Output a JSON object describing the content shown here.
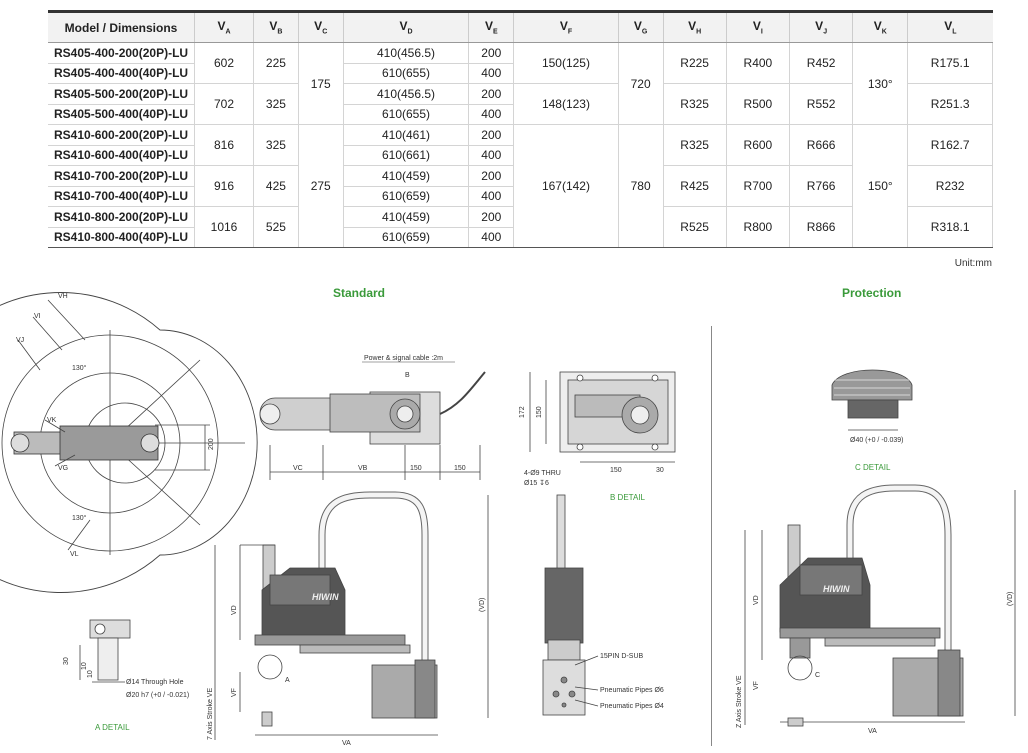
{
  "table": {
    "headers": [
      "Model / Dimensions",
      "V",
      "V",
      "V",
      "V",
      "V",
      "V",
      "V",
      "V",
      "V",
      "V",
      "V",
      "V"
    ],
    "header_subs": [
      "",
      "A",
      "B",
      "C",
      "D",
      "E",
      "F",
      "G",
      "H",
      "I",
      "J",
      "K",
      "L"
    ],
    "rows": [
      {
        "model": "RS405-400-200(20P)-LU",
        "va": "602",
        "vb": "225",
        "vc": "175",
        "vd": "410(456.5)",
        "ve": "200",
        "vf": "150(125)",
        "vg": "720",
        "vh": "R225",
        "vi": "R400",
        "vj": "R452",
        "vk": "130°",
        "vl": "R175.1"
      },
      {
        "model": "RS405-400-400(40P)-LU",
        "vd": "610(655)",
        "ve": "400"
      },
      {
        "model": "RS405-500-200(20P)-LU",
        "va": "702",
        "vb": "325",
        "vd": "410(456.5)",
        "ve": "200",
        "vf": "148(123)",
        "vh": "R325",
        "vi": "R500",
        "vj": "R552",
        "vl": "R251.3"
      },
      {
        "model": "RS405-500-400(40P)-LU",
        "vd": "610(655)",
        "ve": "400"
      },
      {
        "model": "RS410-600-200(20P)-LU",
        "va": "816",
        "vb": "325",
        "vc": "275",
        "vd": "410(461)",
        "ve": "200",
        "vf": "167(142)",
        "vg": "780",
        "vh": "R325",
        "vi": "R600",
        "vj": "R666",
        "vk": "150°",
        "vl": "R162.7"
      },
      {
        "model": "RS410-600-400(40P)-LU",
        "vd": "610(661)",
        "ve": "400"
      },
      {
        "model": "RS410-700-200(20P)-LU",
        "va": "916",
        "vb": "425",
        "vd": "410(459)",
        "ve": "200",
        "vh": "R425",
        "vi": "R700",
        "vj": "R766",
        "vl": "R232"
      },
      {
        "model": "RS410-700-400(40P)-LU",
        "vd": "610(659)",
        "ve": "400"
      },
      {
        "model": "RS410-800-200(20P)-LU",
        "va": "1016",
        "vb": "525",
        "vd": "410(459)",
        "ve": "200",
        "vh": "R525",
        "vi": "R800",
        "vj": "R866",
        "vl": "R318.1"
      },
      {
        "model": "RS410-800-400(40P)-LU",
        "vd": "610(659)",
        "ve": "400"
      }
    ]
  },
  "unit": "Unit:mm",
  "sections": {
    "standard": "Standard",
    "protection": "Protection"
  },
  "top_view": {
    "vh": "VH",
    "vi": "VI",
    "vj": "VJ",
    "vk": "VK",
    "vl": "VL",
    "vg": "VG",
    "angle1": "130°",
    "angle2": "130°",
    "dim200": "200"
  },
  "side_view": {
    "cable": "Power & signal cable :2m",
    "b": "B",
    "vc": "VC",
    "vb": "VB",
    "d150a": "150",
    "d150b": "150"
  },
  "b_detail": {
    "d172": "172",
    "d150": "150",
    "thru": "4-Ø9 THRU",
    "cbore": "Ø15 ↧6",
    "d150h": "150",
    "d30": "30",
    "label": "B DETAIL"
  },
  "a_detail": {
    "d30": "30",
    "d10a": "10",
    "d10b": "10",
    "hole": "Ø14 Through Hole",
    "shaft": "Ø20 h7 (+0 / -0.021)",
    "label": "A DETAIL"
  },
  "front_view": {
    "va": "VA",
    "vd": "VD",
    "vf": "VF",
    "ve": "7 Axis Stroke VE",
    "vdp": "(VD)",
    "a": "A",
    "brand": "HIWIN"
  },
  "end_view": {
    "dsub": "15PIN D-SUB",
    "pipe6": "Pneumatic Pipes Ø6",
    "pipe4": "Pneumatic Pipes Ø4"
  },
  "c_detail": {
    "dia": "Ø40 (+0 / -0.039)",
    "label": "C DETAIL"
  },
  "prot_view": {
    "vd": "VD",
    "vf": "VF",
    "ve": "Z Axis Stroke VE",
    "va": "VA",
    "vdp": "(VD)",
    "c": "C",
    "brand": "HIWIN"
  }
}
